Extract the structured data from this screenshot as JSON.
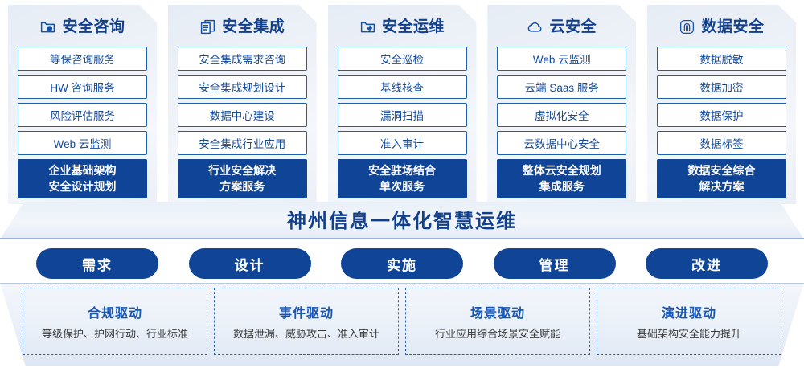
{
  "pillars": [
    {
      "icon": "folder-shield-icon",
      "title": "安全咨询",
      "items": [
        "等保咨询服务",
        "HW 咨询服务",
        "风险评估服务",
        "Web 云监测"
      ],
      "summary": [
        "企业基础架构",
        "安全设计规划"
      ]
    },
    {
      "icon": "documents-stack-icon",
      "title": "安全集成",
      "items": [
        "安全集成需求咨询",
        "安全集成规划设计",
        "数据中心建设",
        "安全集成行业应用"
      ],
      "summary": [
        "行业安全解决",
        "方案服务"
      ]
    },
    {
      "icon": "folder-chart-icon",
      "title": "安全运维",
      "items": [
        "安全巡检",
        "基线核查",
        "漏洞扫描",
        "准入审计"
      ],
      "summary": [
        "安全驻场结合",
        "单次服务"
      ]
    },
    {
      "icon": "cloud-icon",
      "title": "云安全",
      "items": [
        "Web 云监测",
        "云端 Saas 服务",
        "虚拟化安全",
        "云数据中心安全"
      ],
      "summary": [
        "整体云安全规划",
        "集成服务"
      ]
    },
    {
      "icon": "fingerprint-icon",
      "title": "数据安全",
      "items": [
        "数据脱敏",
        "数据加密",
        "数据保护",
        "数据标签"
      ],
      "summary": [
        "数据安全综合",
        "解决方案"
      ]
    }
  ],
  "banner": {
    "title": "神州信息一体化智慧运维"
  },
  "stages": [
    {
      "label": "需求"
    },
    {
      "label": "设计"
    },
    {
      "label": "实施"
    },
    {
      "label": "管理"
    },
    {
      "label": "改进"
    }
  ],
  "drivers": [
    {
      "title": "合规驱动",
      "subtitle": "等级保护、护网行动、行业标准"
    },
    {
      "title": "事件驱动",
      "subtitle": "数据泄漏、威胁攻击、准入审计"
    },
    {
      "title": "场景驱动",
      "subtitle": "行业应用综合场景安全赋能"
    },
    {
      "title": "演进驱动",
      "subtitle": "基础架构安全能力提升"
    }
  ],
  "colors": {
    "brand_blue": "#0f4496",
    "title_blue": "#123f8c",
    "item_border": "#1d5fae",
    "item_text": "#134a9c",
    "driver_title": "#1657b8"
  }
}
